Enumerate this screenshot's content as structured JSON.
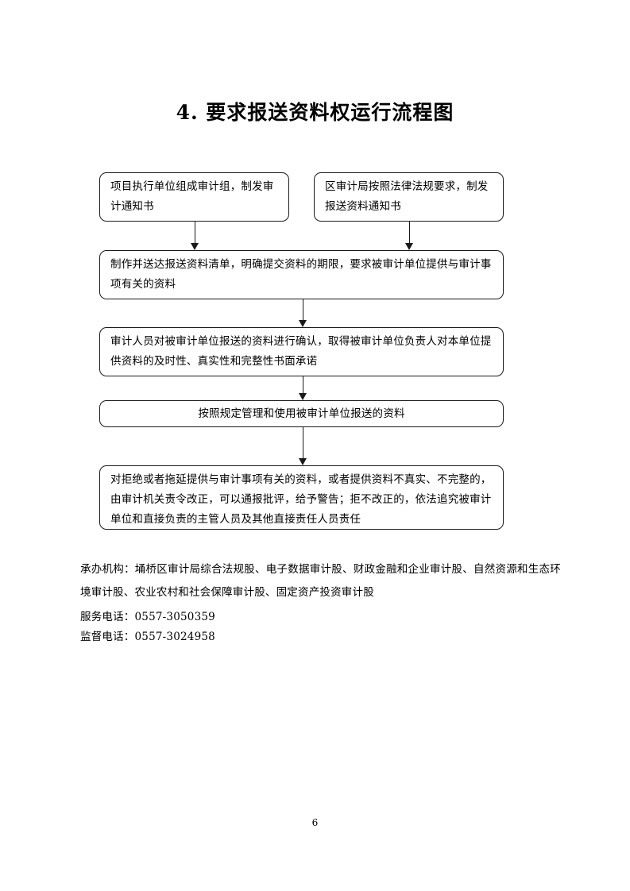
{
  "document": {
    "title": "4. 要求报送资料权运行流程图",
    "page_number": "6"
  },
  "flowchart": {
    "nodes": [
      {
        "id": "node-1",
        "text": "项目执行单位组成审计组，制发审计通知书"
      },
      {
        "id": "node-2",
        "text": "区审计局按照法律法规要求，制发报送资料通知书"
      },
      {
        "id": "node-3",
        "text": "制作并送达报送资料清单，明确提交资料的期限，要求被审计单位提供与审计事项有关的资料"
      },
      {
        "id": "node-4",
        "text": "审计人员对被审计单位报送的资料进行确认，取得被审计单位负责人对本单位提供资料的及时性、真实性和完整性书面承诺"
      },
      {
        "id": "node-5",
        "text": "按照规定管理和使用被审计单位报送的资料"
      },
      {
        "id": "node-6",
        "text": "对拒绝或者拖延提供与审计事项有关的资料，或者提供资料不真实、不完整的，由审计机关责令改正，可以通报批评，给予警告；拒不改正的，依法追究被审计单位和直接负责的主管人员及其他直接责任人员责任"
      }
    ],
    "connectors": [
      {
        "id": "conn-1",
        "from": "node-1",
        "to": "node-3"
      },
      {
        "id": "conn-2",
        "from": "node-2",
        "to": "node-3"
      },
      {
        "id": "conn-3",
        "from": "node-3",
        "to": "node-4"
      },
      {
        "id": "conn-4",
        "from": "node-4",
        "to": "node-5"
      },
      {
        "id": "conn-5",
        "from": "node-5",
        "to": "node-6"
      }
    ]
  },
  "footer": {
    "agency_line": "承办机构：埇桥区审计局综合法规股、电子数据审计股、财政金融和企业审计股、自然资源和生态环境审计股、农业农村和社会保障审计股、固定资产投资审计股",
    "service_phone": "服务电话：0557-3050359",
    "supervision_phone": "监督电话：0557-3024958"
  }
}
